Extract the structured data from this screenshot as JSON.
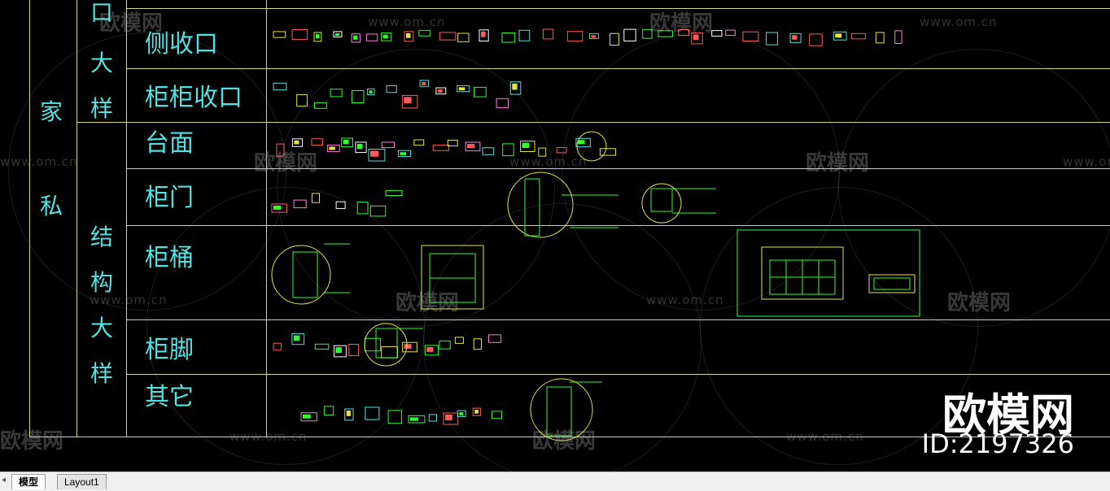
{
  "drawing": {
    "column_labels": {
      "furniture": [
        "家",
        "私"
      ],
      "opening_detail": [
        "口",
        "大",
        "样"
      ],
      "structure_detail": [
        "结",
        "构",
        "大",
        "样"
      ]
    },
    "row_labels": [
      "侧收口",
      "柜柜收口",
      "台面",
      "柜门",
      "柜桶",
      "柜脚",
      "其它"
    ]
  },
  "watermark": {
    "brand_text": "欧模网",
    "url_text": "www.om.cn",
    "id_text": "ID:2197326"
  },
  "tabs": [
    {
      "label": "模型",
      "active": true
    },
    {
      "label": "Layout1",
      "active": false
    }
  ],
  "colors": {
    "background": "#000000",
    "grid_line": "#d8d870",
    "label_text": "#52e0e0",
    "detail_green": "#2cff2c",
    "tabbar_bg": "#f0f0f0"
  }
}
